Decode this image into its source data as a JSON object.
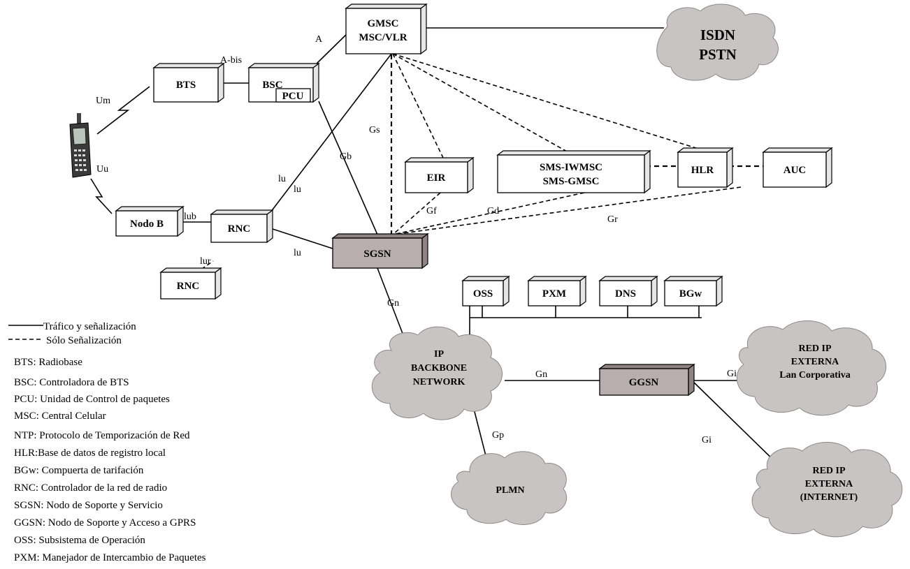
{
  "nodes": {
    "gmsc": [
      "GMSC",
      "MSC/VLR"
    ],
    "bts": "BTS",
    "bsc": "BSC",
    "pcu": "PCU",
    "eir": "EIR",
    "sms": [
      "SMS-IWMSC",
      "SMS-GMSC"
    ],
    "hlr": "HLR",
    "auc": "AUC",
    "nodob": "Nodo B",
    "rnc1": "RNC",
    "rnc2": "RNC",
    "sgsn": "SGSN",
    "oss": "OSS",
    "pxm": "PXM",
    "dns": "DNS",
    "bgw": "BGw",
    "ggsn": "GGSN"
  },
  "clouds": {
    "isdn": [
      "ISDN",
      "PSTN"
    ],
    "ipbackbone": [
      "IP",
      "BACKBONE",
      "NETWORK"
    ],
    "plmn": [
      "PLMN"
    ],
    "lan": [
      "RED IP",
      "EXTERNA",
      "Lan Corporativa"
    ],
    "internet": [
      "RED IP",
      "EXTERNA",
      "(INTERNET)"
    ]
  },
  "interfaces": {
    "a": "A",
    "abis": "A-bis",
    "um": "Um",
    "uu": "Uu",
    "gs": "Gs",
    "gb": "Gb",
    "iu1": "lu",
    "iu2": "lu",
    "iu3": "lu",
    "iub": "lub",
    "iur": "lur",
    "gf": "Gf",
    "gd": "Gd",
    "gr": "Gr",
    "gn1": "Gn",
    "gn2": "Gn",
    "gp": "Gp",
    "gi1": "Gi",
    "gi2": "Gi"
  },
  "legend": {
    "solid": "Tráfico y señalización",
    "dashed": "Sólo Señalización",
    "items": [
      "BTS: Radiobase",
      "BSC: Controladora de BTS",
      "PCU: Unidad de Control de paquetes",
      "MSC: Central Celular",
      "NTP: Protocolo de Temporización de Red",
      "HLR:Base de datos de registro local",
      "BGw: Compuerta de tarifación",
      "RNC: Controlador de la red de radio",
      "SGSN: Nodo de Soporte y Servicio",
      "GGSN: Nodo de Soporte y Acceso a GPRS",
      "OSS: Subsistema de Operación",
      "PXM: Manejador de Intercambio de Paquetes"
    ]
  }
}
